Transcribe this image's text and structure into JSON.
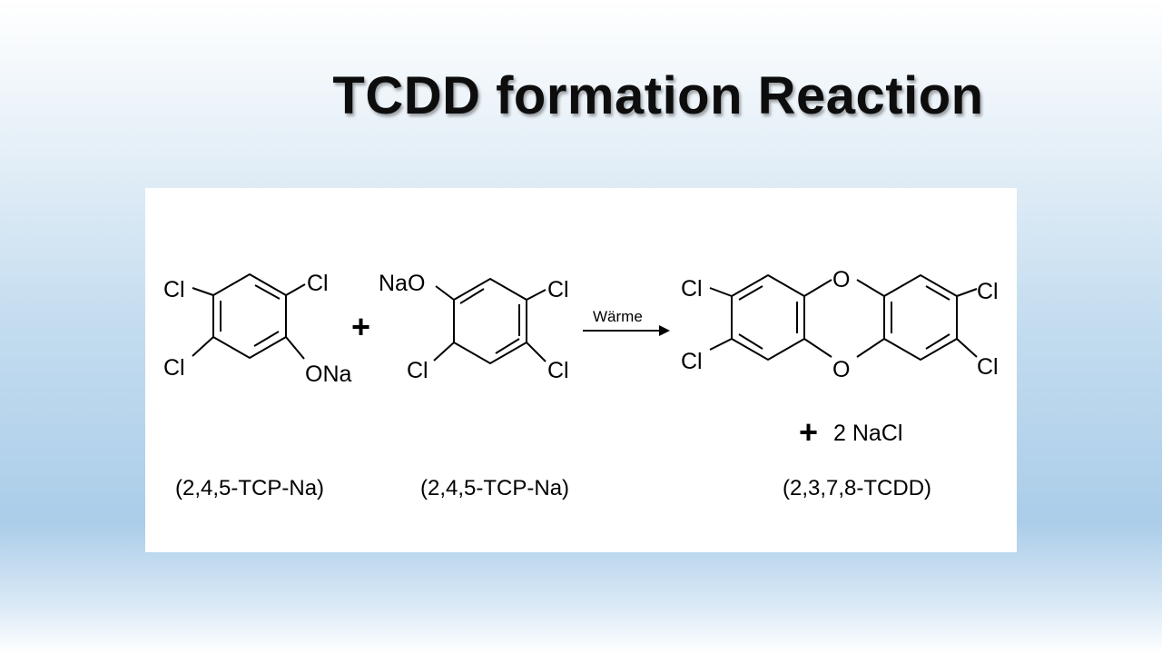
{
  "slide": {
    "title": "TCDD formation Reaction"
  },
  "reaction": {
    "reactant1": {
      "substituents": {
        "top_left": "Cl",
        "top_right": "Cl",
        "bottom_left": "Cl",
        "bottom_right": "ONa"
      },
      "label": "(2,4,5-TCP-Na)"
    },
    "plus1": "+",
    "reactant2": {
      "substituents": {
        "top_left": "NaO",
        "top_right": "Cl",
        "bottom_left": "Cl",
        "bottom_right": "Cl"
      },
      "label": "(2,4,5-TCP-Na)"
    },
    "arrow": {
      "condition": "Wärme"
    },
    "product": {
      "ring_o_top": "O",
      "ring_o_bottom": "O",
      "substituents": {
        "left_top": "Cl",
        "left_bottom": "Cl",
        "right_top": "Cl",
        "right_bottom": "Cl"
      },
      "label": "(2,3,7,8-TCDD)"
    },
    "byproduct": {
      "plus": "+",
      "formula": "2 NaCl"
    }
  }
}
